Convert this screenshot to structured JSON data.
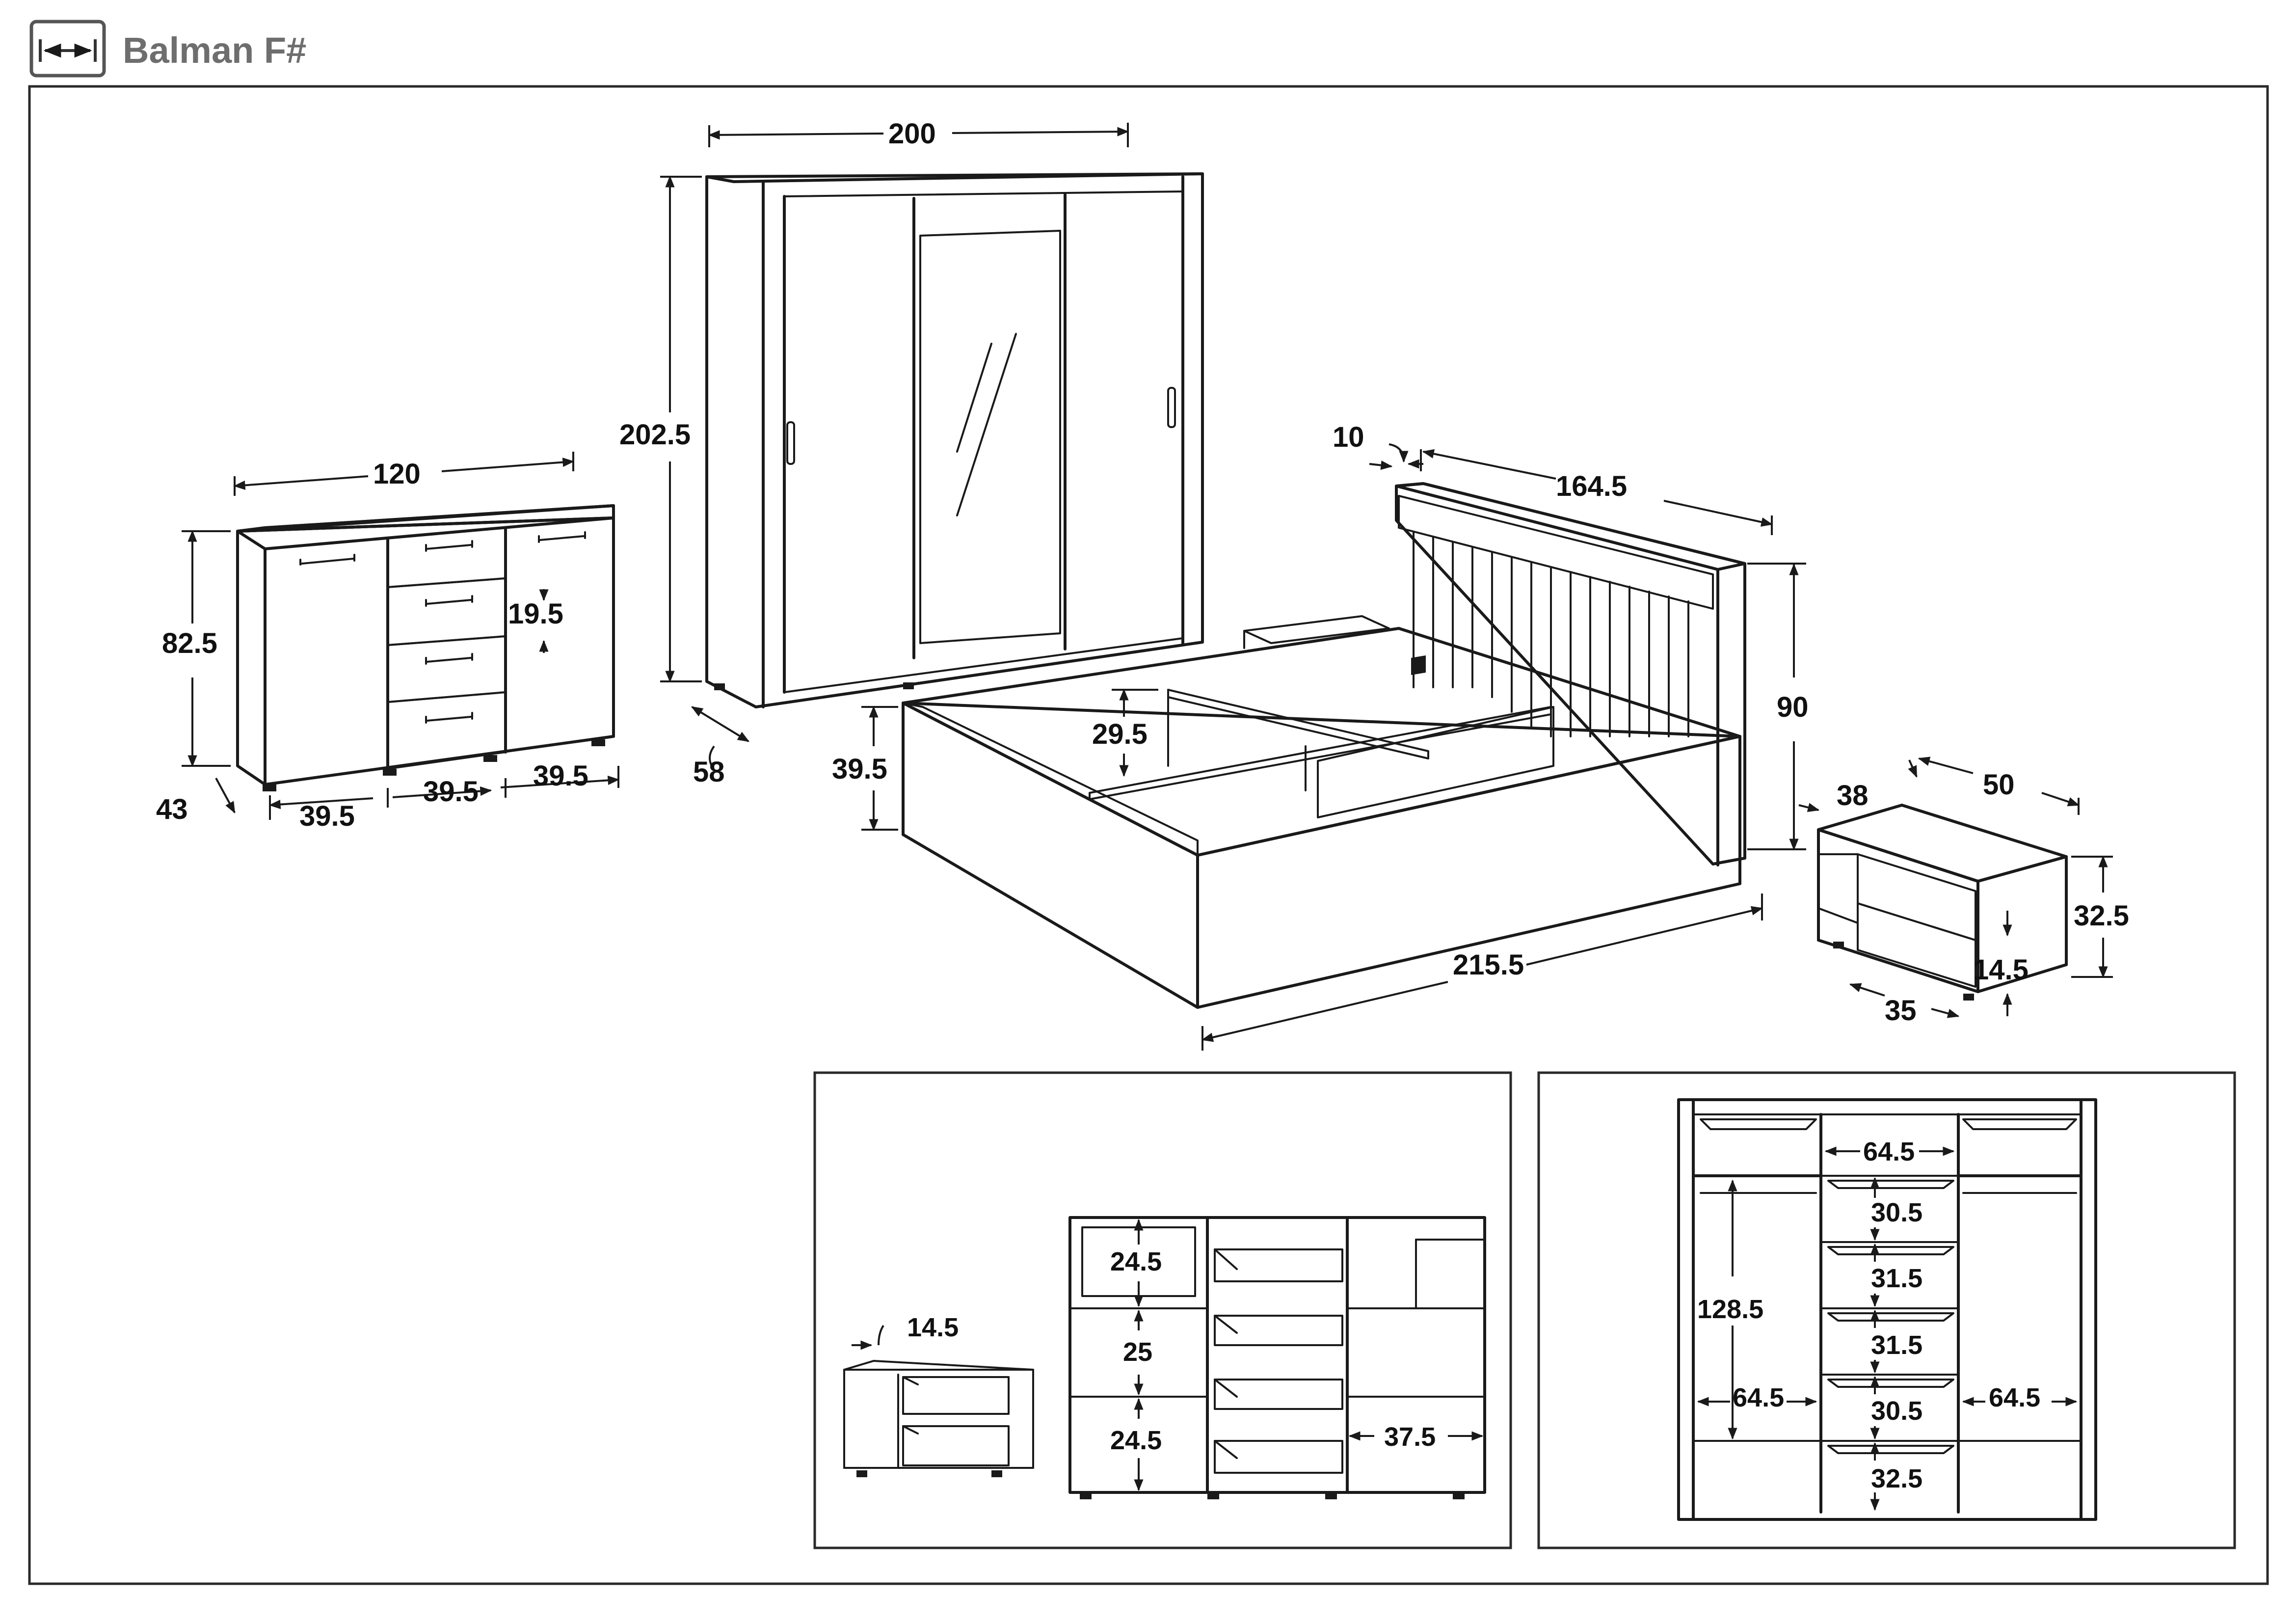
{
  "header": {
    "title": "Balman F#",
    "icon": "width-arrows-icon",
    "title_color": "#6e6e6e"
  },
  "sideboard": {
    "width": "120",
    "height": "82.5",
    "drawer_height": "19.5",
    "depth": "43",
    "section_widths": [
      "39.5",
      "39.5",
      "39.5"
    ]
  },
  "wardrobe": {
    "width": "200",
    "height": "202.5",
    "depth": "58"
  },
  "bed": {
    "headboard_thickness": "10",
    "width": "164.5",
    "headboard_height": "90",
    "length": "215.5",
    "frame_height": "39.5",
    "storage_depth": "29.5"
  },
  "nightstand": {
    "depth": "38",
    "width": "50",
    "height": "32.5",
    "drawer_height": "14.5",
    "inner_depth": "35"
  },
  "sideboard_interior": {
    "nightstand_shelf": "14.5",
    "shelf_heights": [
      "24.5",
      "25",
      "24.5"
    ],
    "right_compartment_width": "37.5"
  },
  "wardrobe_interior": {
    "center_width": "64.5",
    "center_shelves": [
      "30.5",
      "31.5",
      "31.5",
      "30.5",
      "32.5"
    ],
    "hanging_height": "128.5",
    "left_width": "64.5",
    "right_width": "64.5"
  }
}
